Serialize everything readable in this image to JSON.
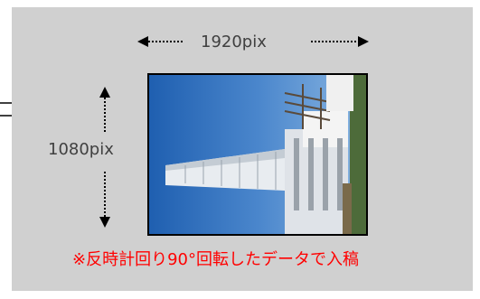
{
  "diagram": {
    "width_label": "1920pix",
    "height_label": "1080pix",
    "note": "※反時計回り90°回転したデータで入稿"
  },
  "colors": {
    "panel": "#d0d0d0",
    "label_text": "#404040",
    "note_text": "#ff0000",
    "frame_border": "#000000"
  },
  "icons": [
    "arrow-left-icon",
    "arrow-right-icon",
    "arrow-up-icon",
    "arrow-down-icon",
    "rotated-building-photo"
  ]
}
